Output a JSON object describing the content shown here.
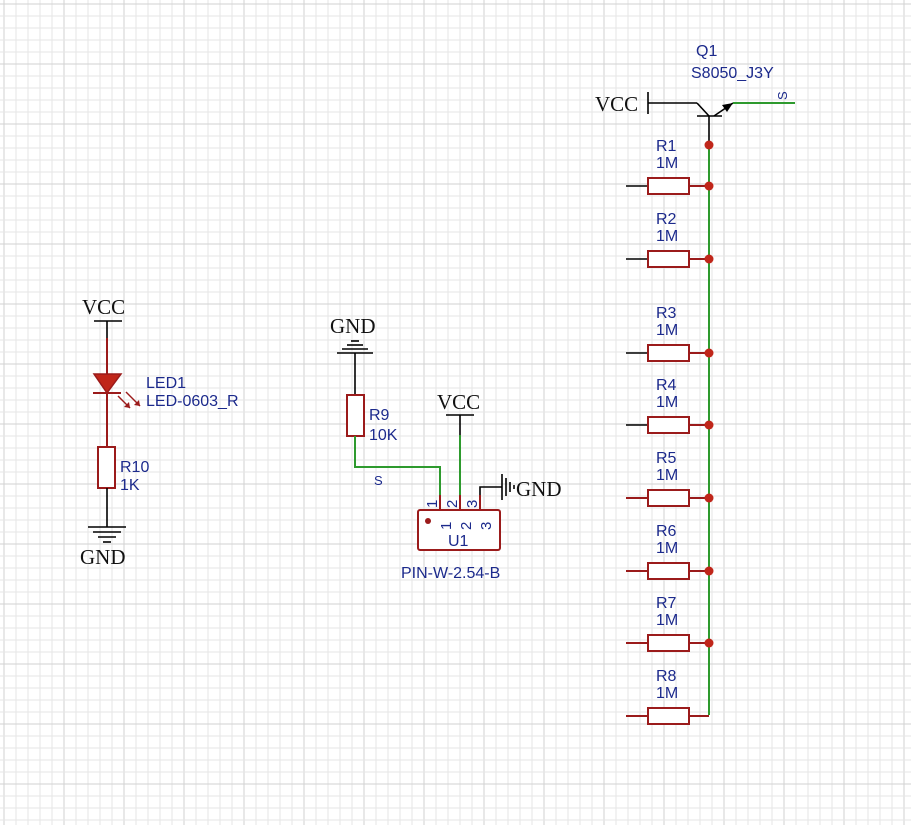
{
  "schematic": {
    "power_labels": {
      "vcc_led": "VCC",
      "gnd_led": "GND",
      "gnd_r9": "GND",
      "vcc_u1": "VCC",
      "gnd_u1": "GND",
      "vcc_q1": "VCC"
    },
    "led": {
      "ref": "LED1",
      "value": "LED-0603_R"
    },
    "r10": {
      "ref": "R10",
      "value": "1K"
    },
    "r9": {
      "ref": "R9",
      "value": "10K"
    },
    "net_s_label": "S",
    "net_s_q1_label": "S",
    "u1": {
      "ref": "U1",
      "value": "PIN-W-2.54-B",
      "pins": [
        "1",
        "2",
        "3"
      ]
    },
    "q1": {
      "ref": "Q1",
      "value": "S8050_J3Y"
    },
    "resistor_ladder": [
      {
        "ref": "R1",
        "value": "1M"
      },
      {
        "ref": "R2",
        "value": "1M"
      },
      {
        "ref": "R3",
        "value": "1M"
      },
      {
        "ref": "R4",
        "value": "1M"
      },
      {
        "ref": "R5",
        "value": "1M"
      },
      {
        "ref": "R6",
        "value": "1M"
      },
      {
        "ref": "R7",
        "value": "1M"
      },
      {
        "ref": "R8",
        "value": "1M"
      }
    ],
    "colors": {
      "wire": "#2e9a2e",
      "component": "#9b1b1b",
      "label": "#1c2a8c",
      "junction": "#c0261a"
    }
  }
}
